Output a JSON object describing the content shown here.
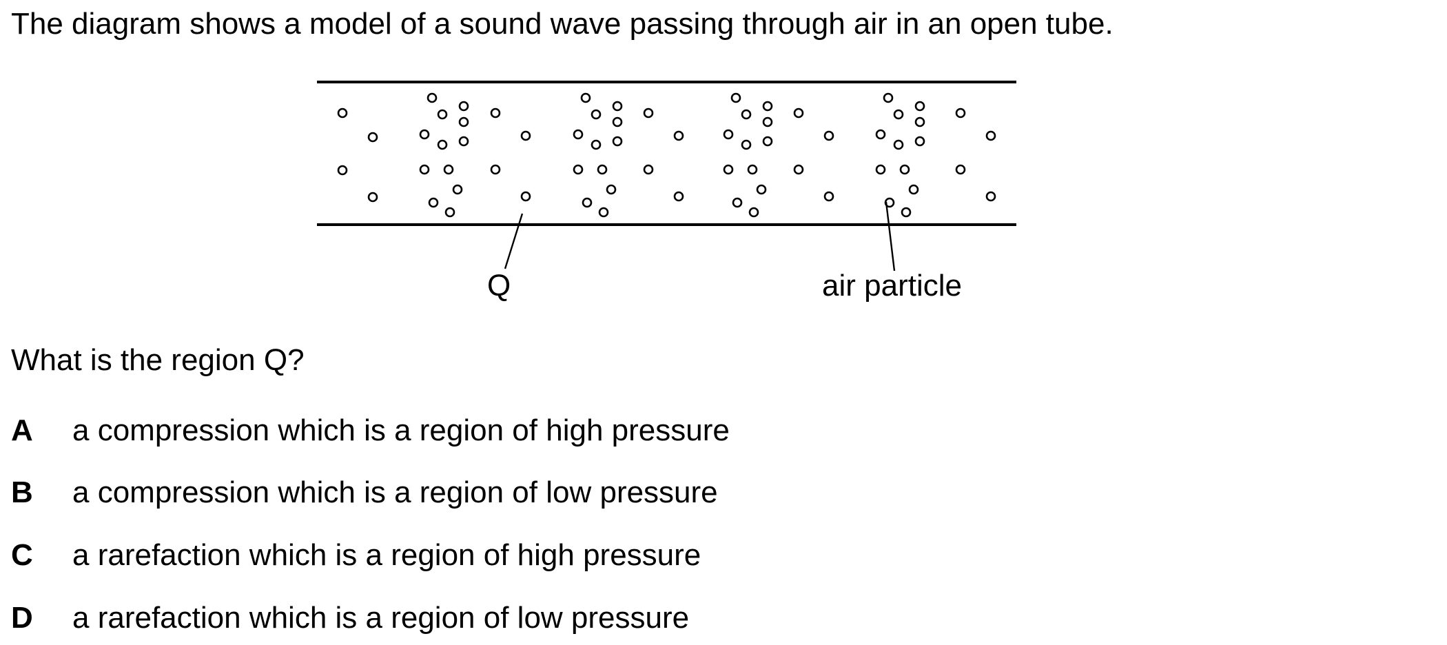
{
  "stem": "The diagram shows a model of a sound wave passing through air in an open tube.",
  "diagram": {
    "labels": {
      "q": "Q",
      "particle": "air particle"
    }
  },
  "question": "What is the region Q?",
  "options": [
    {
      "letter": "A",
      "text": "a compression which is a region of high pressure"
    },
    {
      "letter": "B",
      "text": "a compression which is a region of low pressure"
    },
    {
      "letter": "C",
      "text": "a rarefaction which is a region of high pressure"
    },
    {
      "letter": "D",
      "text": "a rarefaction which is a region of low pressure"
    }
  ]
}
